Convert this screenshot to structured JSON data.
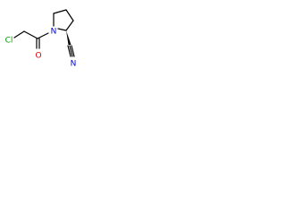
{
  "molecule": {
    "atom_labels": {
      "cl": "Cl",
      "o": "O",
      "n_ring": "N",
      "n_nitrile": "N"
    },
    "colors": {
      "bond": "#000000",
      "chlorine": "#00a000",
      "oxygen": "#e00000",
      "nitrogen": "#0000e0"
    }
  }
}
